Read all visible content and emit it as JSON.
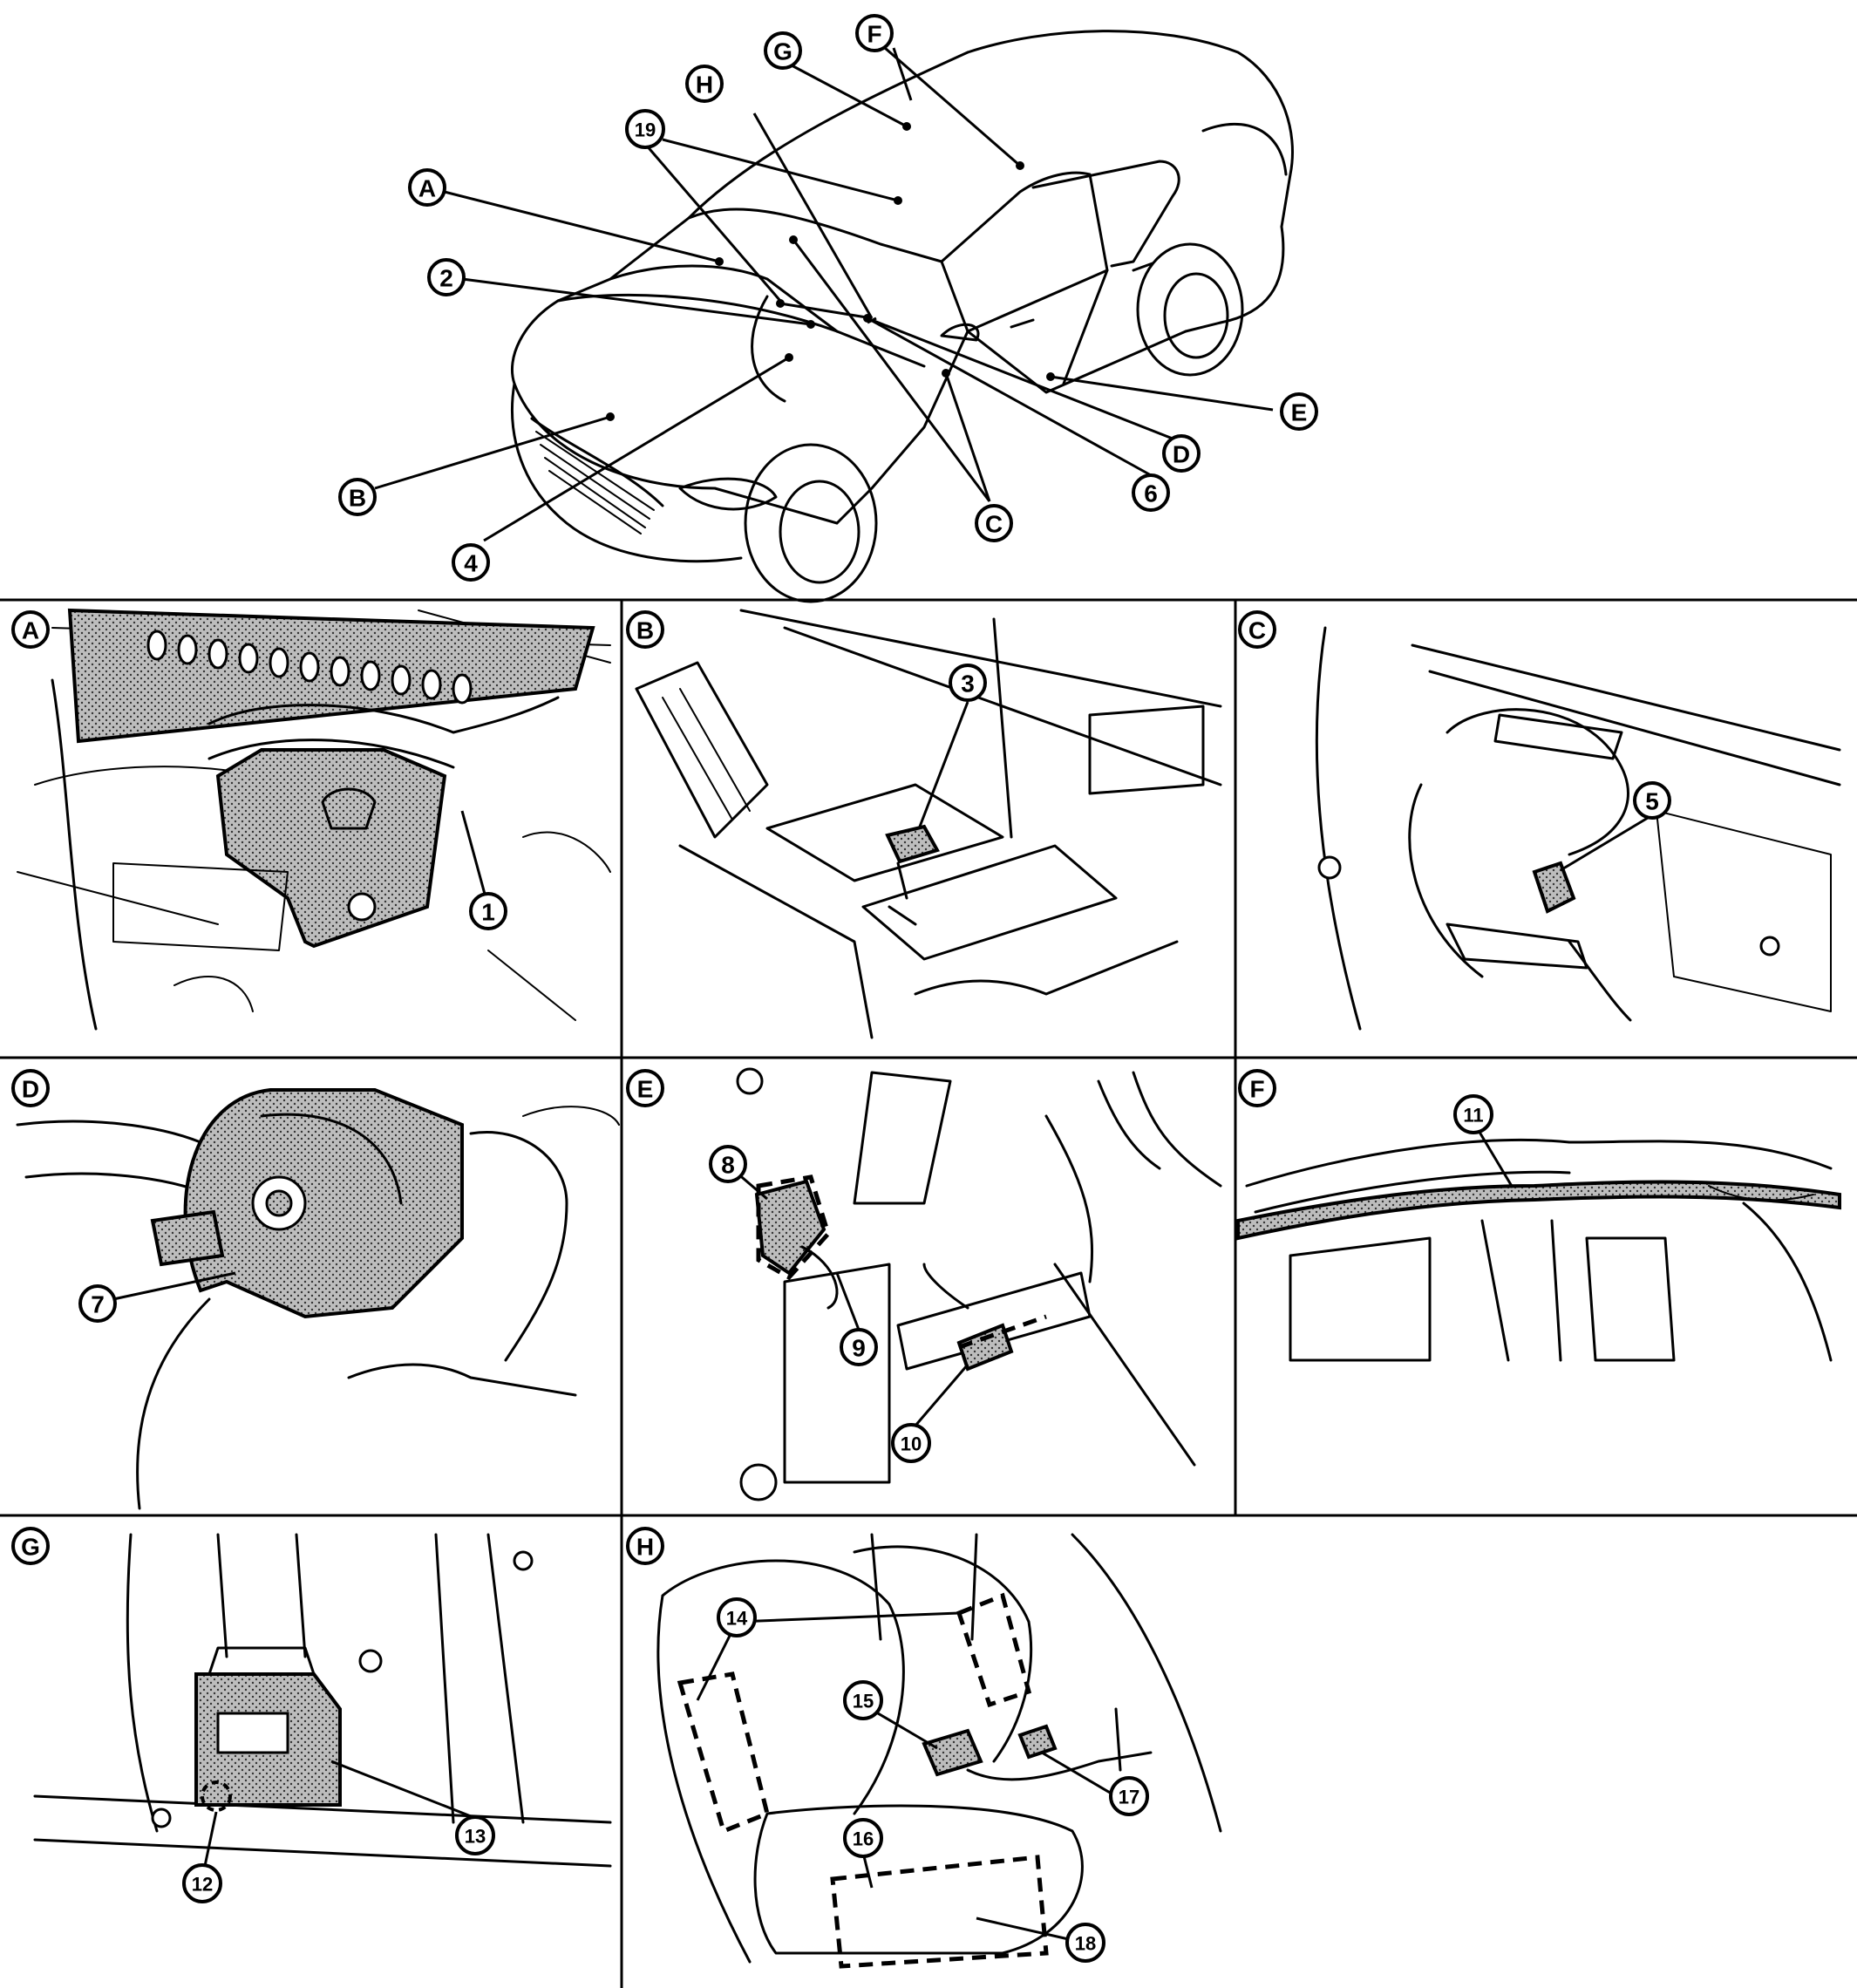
{
  "overview": {
    "zone_labels": [
      "A",
      "B",
      "C",
      "D",
      "E",
      "F",
      "G",
      "H"
    ],
    "component_labels": [
      "2",
      "4",
      "6",
      "19"
    ]
  },
  "panels": [
    {
      "letter": "A",
      "callouts": [
        "1"
      ]
    },
    {
      "letter": "B",
      "callouts": [
        "3"
      ]
    },
    {
      "letter": "C",
      "callouts": [
        "5"
      ]
    },
    {
      "letter": "D",
      "callouts": [
        "7"
      ]
    },
    {
      "letter": "E",
      "callouts": [
        "8",
        "9",
        "10"
      ]
    },
    {
      "letter": "F",
      "callouts": [
        "11"
      ]
    },
    {
      "letter": "G",
      "callouts": [
        "12",
        "13"
      ]
    },
    {
      "letter": "H",
      "callouts": [
        "14",
        "15",
        "16",
        "17",
        "18"
      ]
    }
  ]
}
